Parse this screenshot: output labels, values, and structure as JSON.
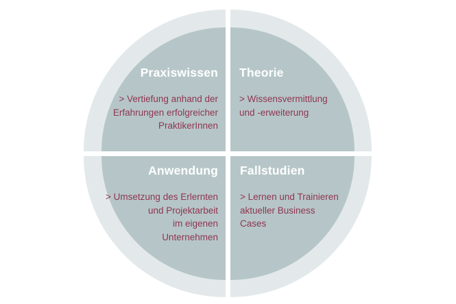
{
  "diagram_title": "Learning model quadrant diagram",
  "colors": {
    "background": "#ffffff",
    "outer_ring": "#e3e9ea",
    "inner_circle": "#b6c6c8",
    "divider": "#ffffff",
    "heading_text": "#ffffff",
    "body_text": "#8e3550"
  },
  "quadrants": [
    {
      "position": "top-left",
      "title": "Praxiswissen",
      "body": "> Vertiefung anhand der\nErfahrungen erfolgreicher\nPraktikerInnen",
      "text_align": "right"
    },
    {
      "position": "top-right",
      "title": "Theorie",
      "body": "> Wissensvermittlung\nund -erweiterung",
      "text_align": "left"
    },
    {
      "position": "bottom-left",
      "title": "Anwendung",
      "body": "> Umsetzung des Erlernten\nund Projektarbeit\nim eigenen\nUnternehmen",
      "text_align": "right"
    },
    {
      "position": "bottom-right",
      "title": "Fallstudien",
      "body": "> Lernen und Trainieren\naktueller Business\nCases",
      "text_align": "left"
    }
  ]
}
